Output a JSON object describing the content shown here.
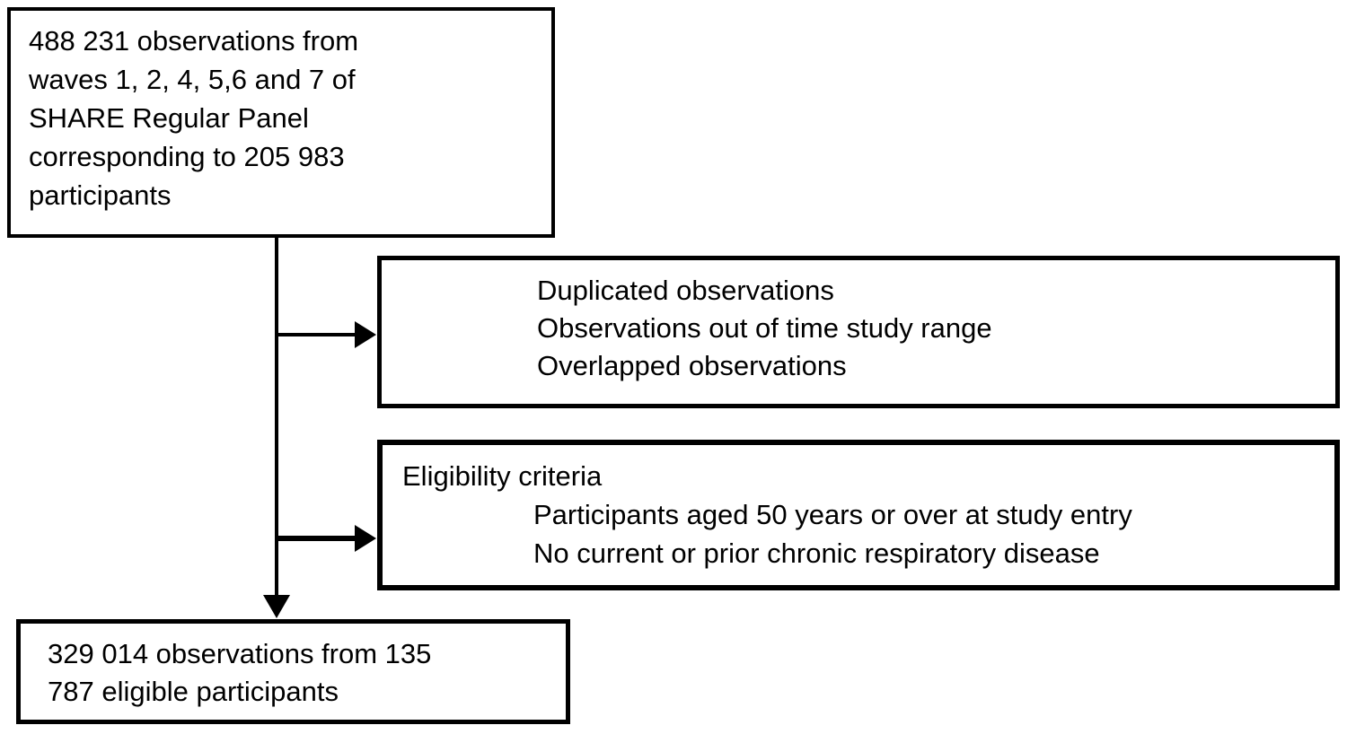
{
  "flowchart": {
    "colors": {
      "line": "#000000",
      "background": "#ffffff",
      "text": "#000000"
    },
    "source_box": {
      "lines": [
        "488 231 observations from",
        "waves 1, 2, 4, 5,6 and 7 of",
        "SHARE Regular Panel",
        "corresponding to 205 983",
        "participants"
      ]
    },
    "exclusions_box": {
      "lines": [
        "Duplicated observations",
        "Observations out of time study range",
        "Overlapped observations"
      ]
    },
    "eligibility_box": {
      "title": "Eligibility criteria",
      "lines": [
        "Participants aged 50 years or over at study entry",
        "No current or prior chronic respiratory disease"
      ]
    },
    "result_box": {
      "lines": [
        "329 014 observations from 135",
        "787 eligible participants"
      ]
    }
  }
}
